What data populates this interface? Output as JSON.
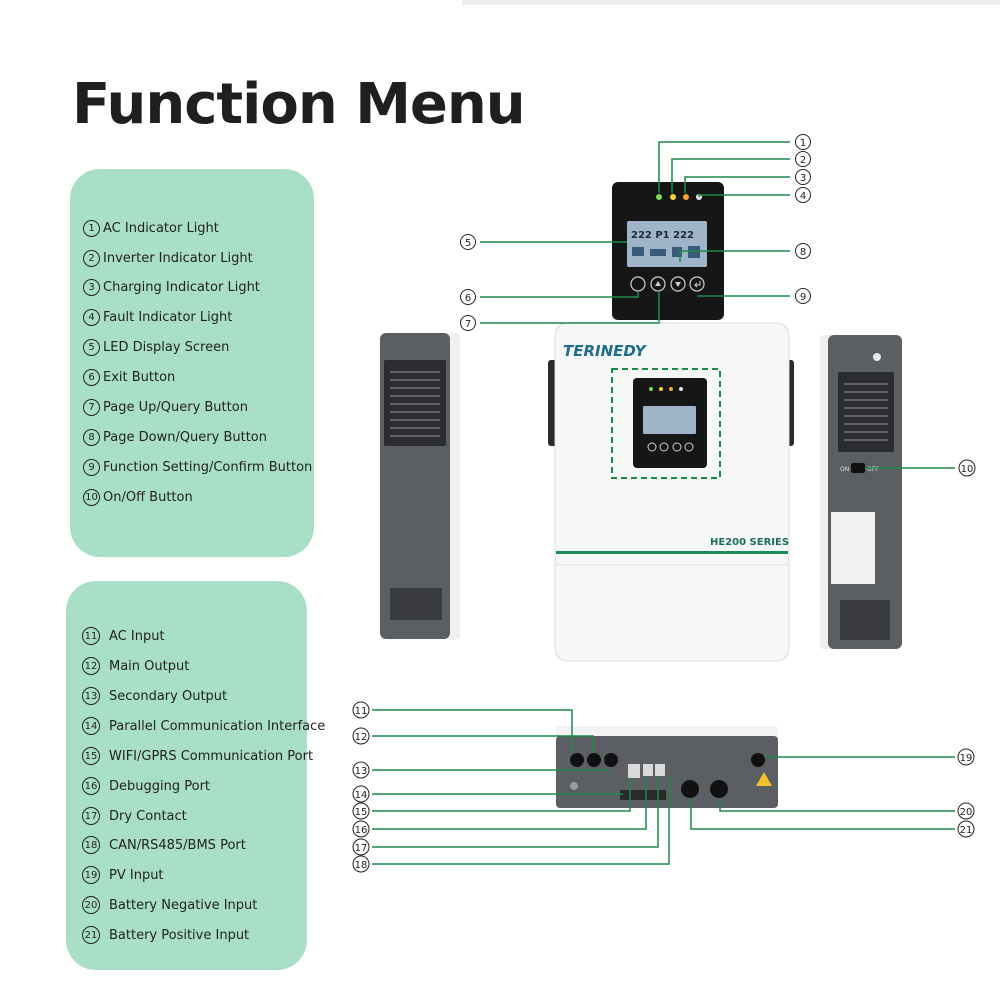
{
  "title": "Function Menu",
  "brand": "TERINEDY",
  "series_label": "HE200 SERIES",
  "display_readout": "222 P1 222",
  "side_switch": {
    "on": "ON",
    "off": "OFF"
  },
  "front_items": [
    {
      "num": "1",
      "label": "AC Indicator Light"
    },
    {
      "num": "2",
      "label": "Inverter Indicator Light"
    },
    {
      "num": "3",
      "label": "Charging Indicator Light"
    },
    {
      "num": "4",
      "label": "Fault Indicator Light"
    },
    {
      "num": "5",
      "label": "LED Display Screen"
    },
    {
      "num": "6",
      "label": "Exit Button"
    },
    {
      "num": "7",
      "label": "Page Up/Query Button"
    },
    {
      "num": "8",
      "label": "Page Down/Query Button"
    },
    {
      "num": "9",
      "label": "Function Setting/Confirm Button"
    },
    {
      "num": "10",
      "label": "On/Off Button"
    }
  ],
  "bottom_items": [
    {
      "num": "11",
      "label": "AC Input"
    },
    {
      "num": "12",
      "label": "Main Output"
    },
    {
      "num": "13",
      "label": "Secondary Output"
    },
    {
      "num": "14",
      "label": "Parallel Communication Interface"
    },
    {
      "num": "15",
      "label": "WIFI/GPRS Communication Port"
    },
    {
      "num": "16",
      "label": "Debugging Port"
    },
    {
      "num": "17",
      "label": "Dry Contact"
    },
    {
      "num": "18",
      "label": "CAN/RS485/BMS Port"
    },
    {
      "num": "19",
      "label": "PV Input"
    },
    {
      "num": "20",
      "label": "Battery Negative Input"
    },
    {
      "num": "21",
      "label": "Battery Positive Input"
    }
  ],
  "colors": {
    "panel": "#a9dfc6",
    "callout_line": "#1e8a4a",
    "accent": "#1e8a5a",
    "dark": "#1f1f1f"
  }
}
